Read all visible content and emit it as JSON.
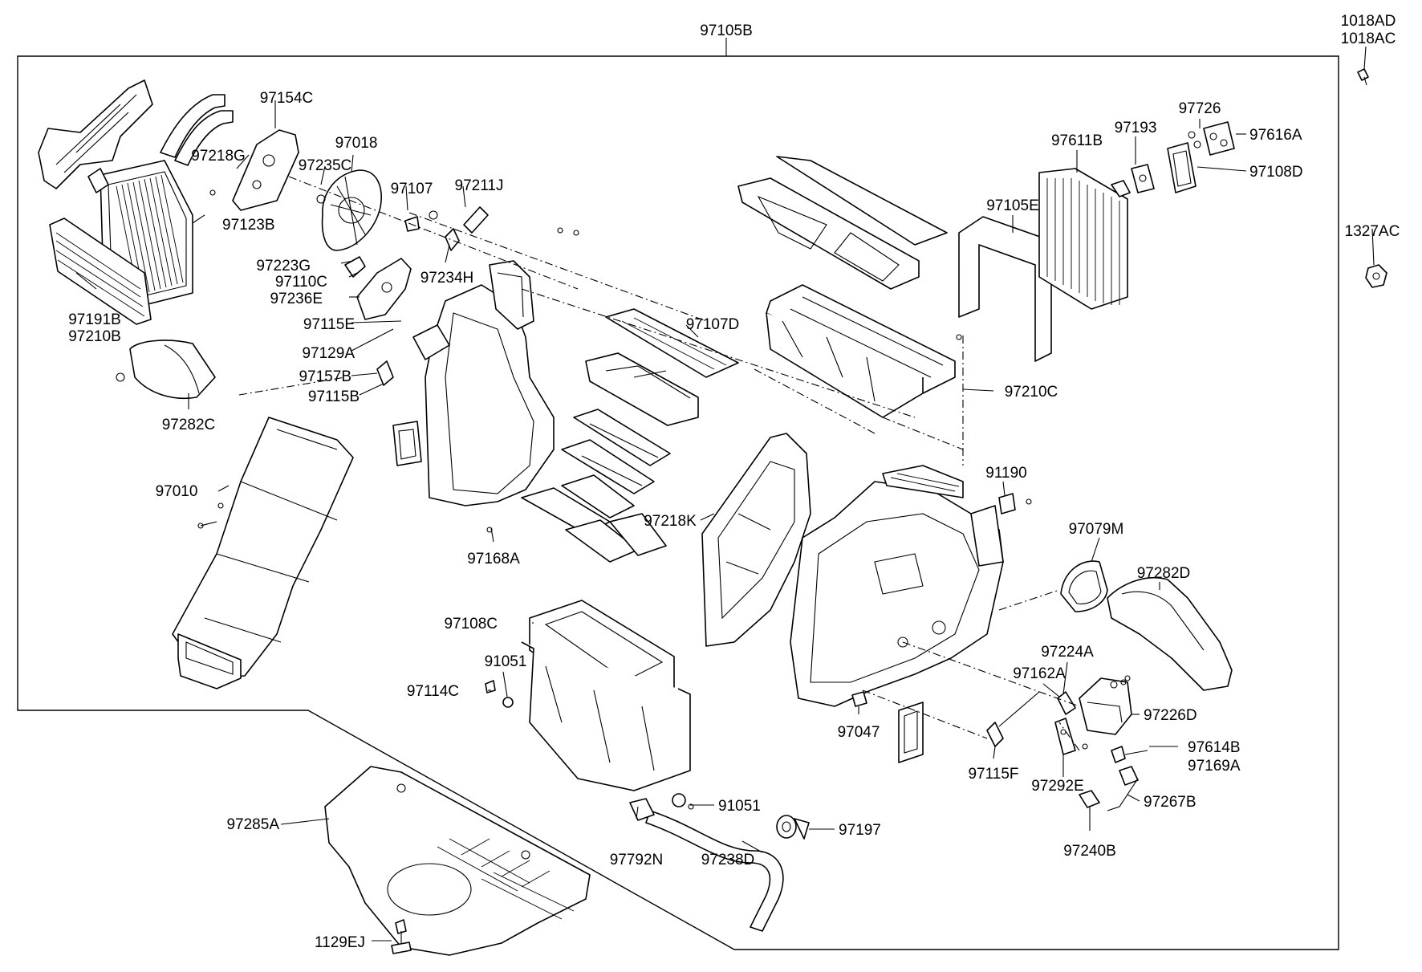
{
  "labels": {
    "p97105B": "97105B",
    "p1018AD": "1018AD",
    "p1018AC": "1018AC",
    "p97154C": "97154C",
    "p97018": "97018",
    "p97218G": "97218G",
    "p97235C": "97235C",
    "p97107": "97107",
    "p97211J": "97211J",
    "p97123B": "97123B",
    "p97223G": "97223G",
    "p97110C": "97110C",
    "p97234H": "97234H",
    "p97236E": "97236E",
    "p97191B": "97191B",
    "p97210B": "97210B",
    "p97115E": "97115E",
    "p97129A": "97129A",
    "p97157B": "97157B",
    "p97115B": "97115B",
    "p97282C": "97282C",
    "p97107D": "97107D",
    "p97010": "97010",
    "p97168A": "97168A",
    "p97218K": "97218K",
    "p97105E": "97105E",
    "p97611B": "97611B",
    "p97193": "97193",
    "p97726": "97726",
    "p97616A": "97616A",
    "p97108D": "97108D",
    "p1327AC": "1327AC",
    "p97210C": "97210C",
    "p91190": "91190",
    "p97079M": "97079M",
    "p97282D": "97282D",
    "p97108C": "97108C",
    "p91051a": "91051",
    "p97114C": "97114C",
    "p97224A": "97224A",
    "p97162A": "97162A",
    "p97226D": "97226D",
    "p97047": "97047",
    "p97614B": "97614B",
    "p97169A": "97169A",
    "p97115F": "97115F",
    "p97292E": "97292E",
    "p97267B": "97267B",
    "p91051b": "91051",
    "p97197": "97197",
    "p97285A": "97285A",
    "p97792N": "97792N",
    "p97238D": "97238D",
    "p97240B": "97240B",
    "p1129EJ": "1129EJ"
  }
}
